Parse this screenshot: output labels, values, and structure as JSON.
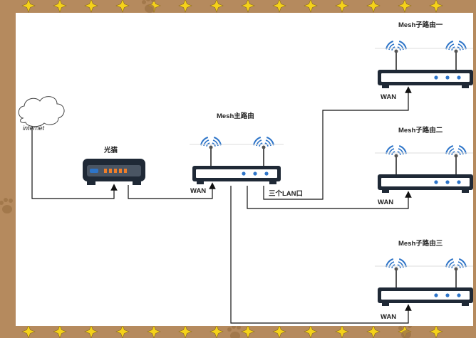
{
  "diagram": {
    "internet_label": "internet",
    "modem_label": "光猫",
    "main_router_label": "Mesh主路由",
    "sub_router_1_label": "Mesh子路由一",
    "sub_router_2_label": "Mesh子路由二",
    "sub_router_3_label": "Mesh子路由三",
    "wan_label": "WAN",
    "lan_ports_label": "三个LAN口"
  },
  "colors": {
    "border": "#b58a5e",
    "star": "#f5d21a",
    "device_body": "#1f2936",
    "device_panel": "#ffffff",
    "led_blue": "#2d74c8",
    "led_orange": "#f07e2a",
    "wire": "#111111"
  }
}
